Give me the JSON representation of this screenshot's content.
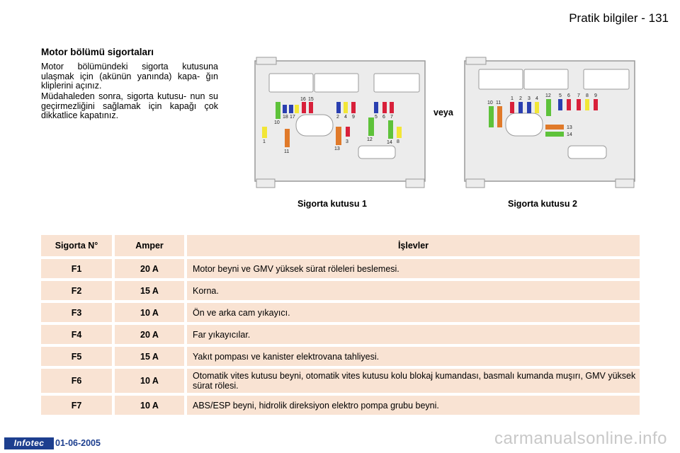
{
  "header": {
    "page_title": "Pratik bilgiler - 131"
  },
  "section": {
    "title": "Motor bölümü sigortaları",
    "para1": "Motor bölümündeki sigorta kutusuna ulaşmak için (akünün yanında) kapa- ğın kliplerini açınız.",
    "para2": "Müdahaleden sonra, sigorta kutusu- nun su geçirmezliğini sağlamak için kapağı çok dikkatlice kapatınız."
  },
  "figures": {
    "separator": "veya",
    "box1_caption": "Sigorta kutusu 1",
    "box2_caption": "Sigorta kutusu 2",
    "box1_labels": [
      "16",
      "15",
      "10",
      "18",
      "17",
      "2",
      "4",
      "9",
      "5",
      "6",
      "7",
      "1",
      "11",
      "13",
      "3",
      "12",
      "14",
      "8"
    ],
    "box2_labels": [
      "10",
      "11",
      "1",
      "2",
      "3",
      "4",
      "12",
      "5",
      "6",
      "7",
      "8",
      "9",
      "13",
      "14"
    ]
  },
  "table": {
    "headers": [
      "Sigorta N°",
      "Amper",
      "İşlevler"
    ],
    "rows": [
      {
        "num": "F1",
        "amp": "20 A",
        "desc": "Motor beyni ve GMV yüksek sürat röleleri beslemesi."
      },
      {
        "num": "F2",
        "amp": "15 A",
        "desc": "Korna."
      },
      {
        "num": "F3",
        "amp": "10 A",
        "desc": "Ön ve arka cam yıkayıcı."
      },
      {
        "num": "F4",
        "amp": "20 A",
        "desc": "Far yıkayıcılar."
      },
      {
        "num": "F5",
        "amp": "15 A",
        "desc": "Yakıt pompası ve kanister elektrovana tahliyesi."
      },
      {
        "num": "F6",
        "amp": "10 A",
        "desc": "Otomatik vites kutusu beyni, otomatik vites kutusu kolu blokaj kumandası, basmalı kumanda muşırı, GMV yüksek sürat rölesi."
      },
      {
        "num": "F7",
        "amp": "10 A",
        "desc": "ABS/ESP beyni, hidrolik direksiyon elektro pompa grubu beyni."
      }
    ]
  },
  "footer": {
    "logo": "Infotec",
    "date": "01-06-2005",
    "watermark": "carmanualsonline.info"
  },
  "colors": {
    "table_bg": "#f9e3d3",
    "fuse_green": "#5ec23a",
    "fuse_yellow": "#f2e636",
    "fuse_red": "#d8203a",
    "fuse_blue": "#2a3fb0",
    "fuse_orange": "#e07a2a",
    "logo_blue": "#1d3f8f"
  }
}
